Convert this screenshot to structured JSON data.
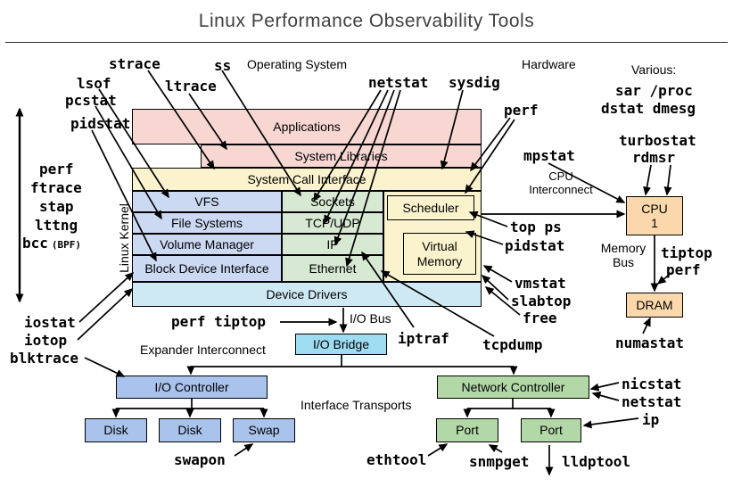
{
  "title": "Linux Performance Observability Tools",
  "sections": {
    "operating_system": "Operating System",
    "hardware": "Hardware",
    "various": "Various:",
    "linux_kernel": "Linux Kernel"
  },
  "kernel": {
    "applications": "Applications",
    "system_libraries": "System Libraries",
    "system_call_interface": "System Call Interface",
    "vfs": "VFS",
    "file_systems": "File Systems",
    "volume_manager": "Volume Manager",
    "block_device_interface": "Block Device Interface",
    "sockets": "Sockets",
    "tcp_udp": "TCP/UDP",
    "ip": "IP",
    "ethernet": "Ethernet",
    "scheduler": "Scheduler",
    "virtual_memory_line1": "Virtual",
    "virtual_memory_line2": "Memory",
    "device_drivers": "Device Drivers"
  },
  "hardware_components": {
    "cpu_line1": "CPU",
    "cpu_line2": "1",
    "dram": "DRAM",
    "io_bridge": "I/O Bridge",
    "io_controller": "I/O Controller",
    "network_controller": "Network Controller",
    "disks": [
      "Disk",
      "Disk",
      "Swap"
    ],
    "ports": [
      "Port",
      "Port"
    ]
  },
  "buses": {
    "cpu_interconnect_line1": "CPU",
    "cpu_interconnect_line2": "Interconnect",
    "memory_bus_line1": "Memory",
    "memory_bus_line2": "Bus",
    "io_bus": "I/O Bus",
    "expander_interconnect": "Expander Interconnect",
    "interface_transports": "Interface Transports"
  },
  "tools": {
    "strace": "strace",
    "ltrace": "ltrace",
    "ss": "ss",
    "lsof": "lsof",
    "pcstat": "pcstat",
    "pidstat_top": "pidstat",
    "netstat_top": "netstat",
    "sysdig": "sysdig",
    "perf_top": "perf",
    "sar_proc": "sar /proc",
    "dstat_dmesg": "dstat dmesg",
    "turbostat": "turbostat",
    "rdmsr": "rdmsr",
    "mpstat": "mpstat",
    "perf_stack": "perf",
    "ftrace": "ftrace",
    "stap": "stap",
    "lttng": "lttng",
    "bcc": "bcc",
    "bpf": "(BPF)",
    "top_ps": "top ps",
    "pidstat_right": "pidstat",
    "tiptop": "tiptop",
    "perf_mem": "perf",
    "vmstat": "vmstat",
    "slabtop": "slabtop",
    "free": "free",
    "numastat": "numastat",
    "iostat": "iostat",
    "iotop": "iotop",
    "blktrace": "blktrace",
    "perf_tiptop": "perf tiptop",
    "iptraf": "iptraf",
    "tcpdump": "tcpdump",
    "swapon": "swapon",
    "ethtool": "ethtool",
    "snmpget": "snmpget",
    "lldptool": "lldptool",
    "nicstat": "nicstat",
    "netstat_right": "netstat",
    "ip_right": "ip"
  },
  "colors": {
    "applications_fill": "#f8d7d3",
    "syscall_fill": "#fbf3cd",
    "storage_stack_fill": "#ccd9f3",
    "network_stack_fill": "#d8e9d3",
    "device_drivers_fill": "#cfe9f4",
    "io_bridge_fill": "#9edcf2",
    "io_controller_fill": "#a9c3ec",
    "network_controller_fill": "#b3d8a8",
    "cpu_dram_fill": "#fbd8ac",
    "arrow_color": "#000000",
    "title_color": "#414141"
  }
}
